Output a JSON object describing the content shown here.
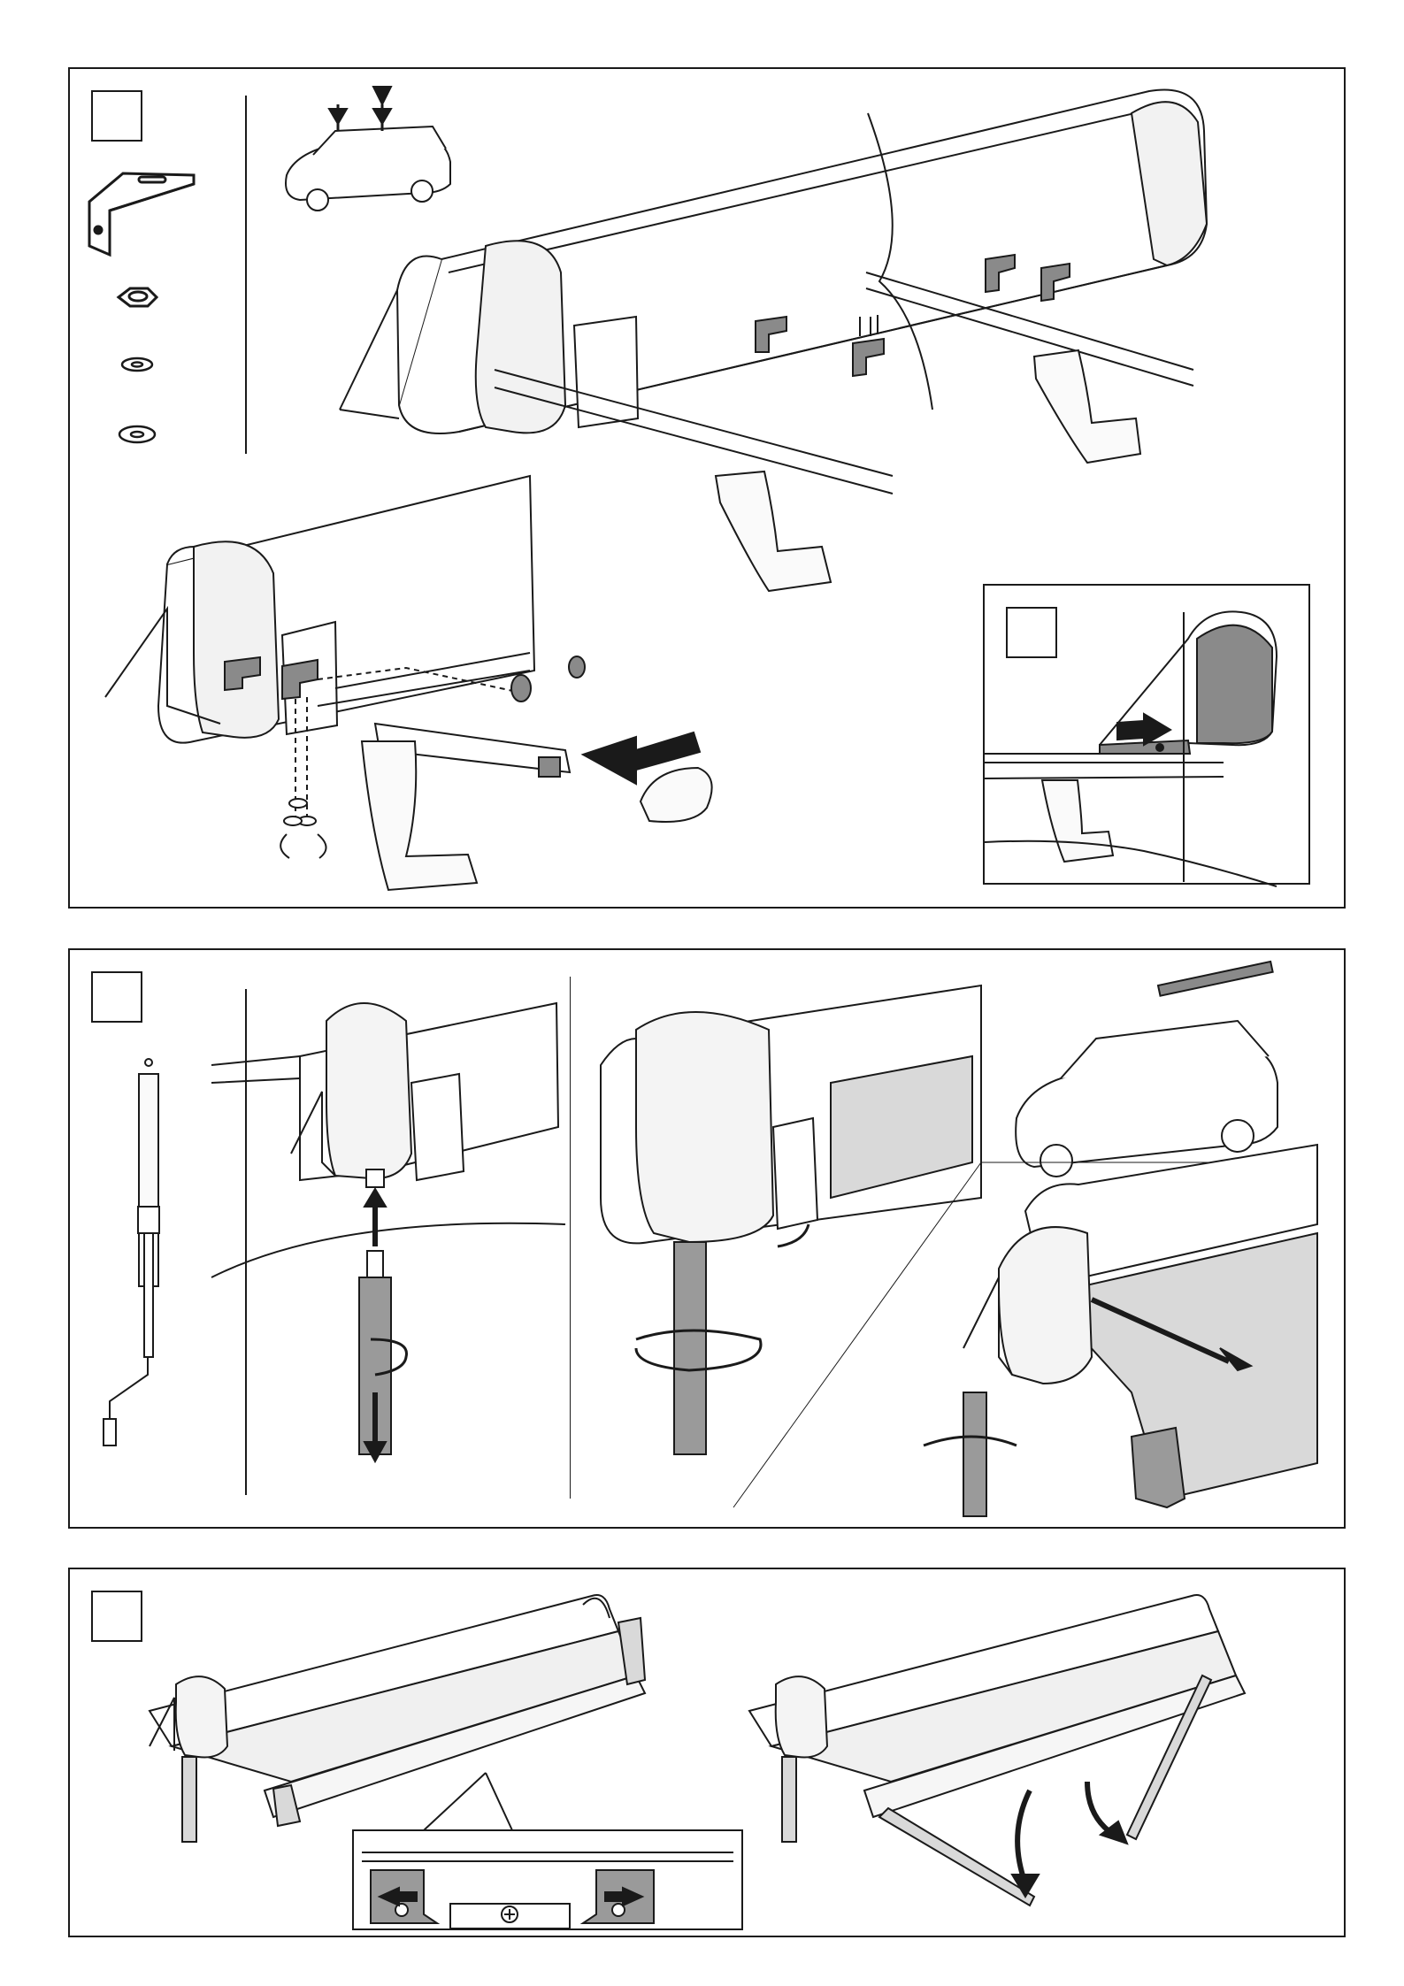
{
  "document": {
    "type": "assembly-instructions",
    "colors": {
      "line": "#1a1a1a",
      "part_gray": "#8a8a8a",
      "fabric_gray": "#d9d9d9",
      "paper": "#ffffff"
    }
  },
  "panels": [
    {
      "id": "step-1",
      "number_label": "",
      "parts": [
        "bracket-icon",
        "nut-icon",
        "washer-icon",
        "spring-washer-icon"
      ],
      "detail_inset": {
        "number_label": ""
      }
    },
    {
      "id": "step-2",
      "number_label": "",
      "parts": [
        "crank-handle-icon"
      ]
    },
    {
      "id": "step-3",
      "number_label": "",
      "parts": []
    }
  ]
}
